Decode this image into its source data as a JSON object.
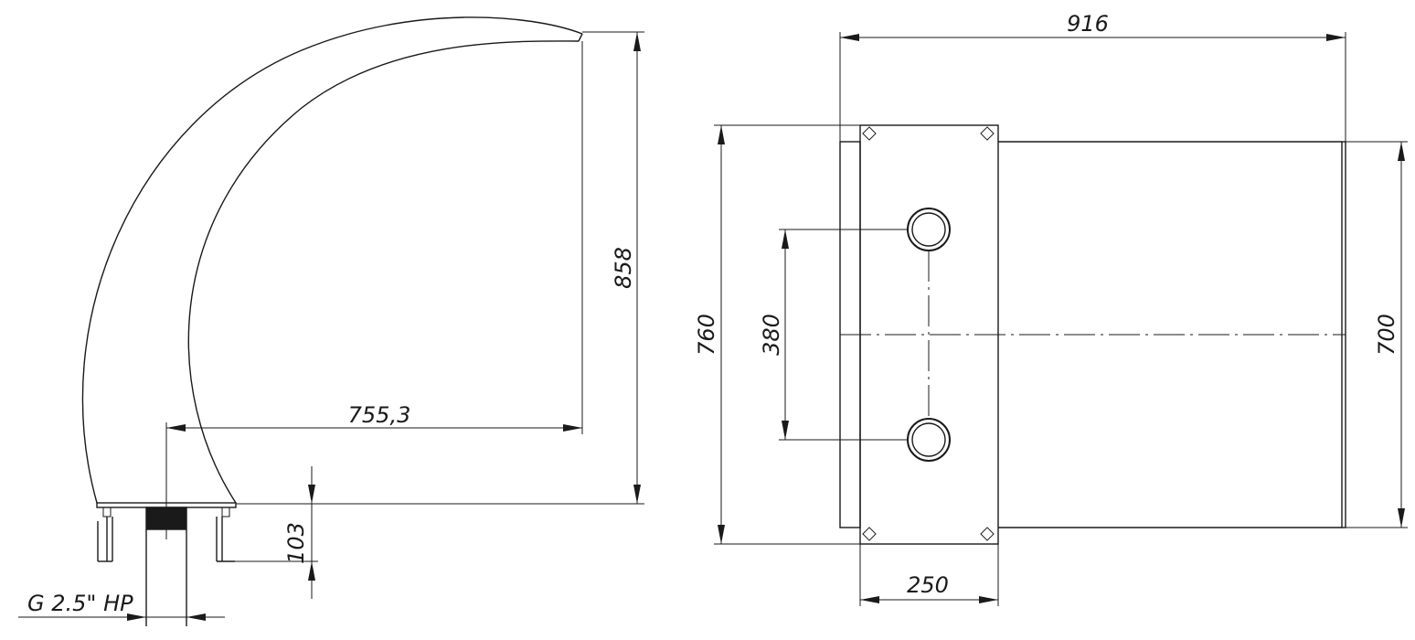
{
  "side_view": {
    "dim_height": "858",
    "dim_reach": "755,3",
    "dim_base": "103",
    "thread_label": "G 2.5\" HP"
  },
  "front_view": {
    "dim_width": "916",
    "dim_plate_height": "760",
    "dim_inlet_spacing": "380",
    "dim_body_height": "700",
    "dim_plate_width": "250"
  }
}
